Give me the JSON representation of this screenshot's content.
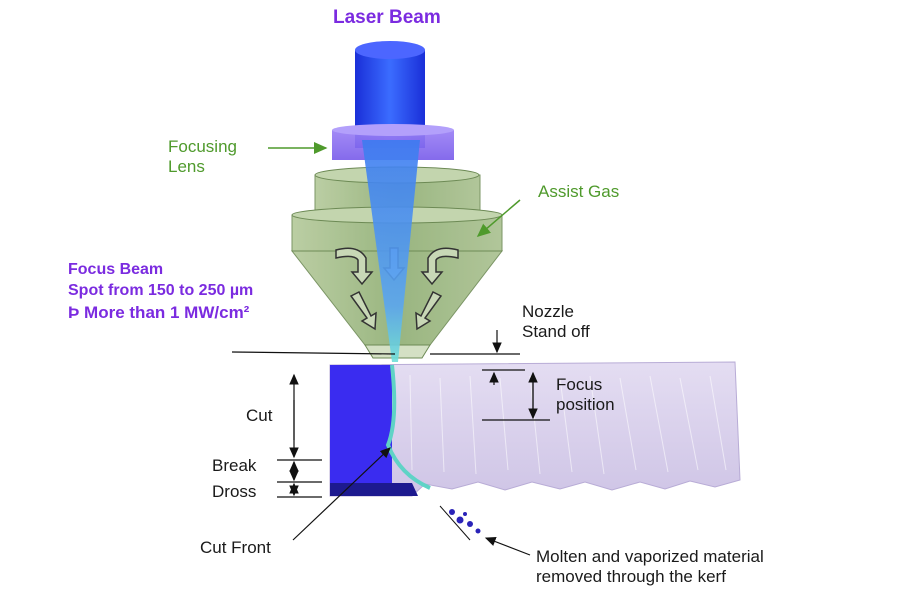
{
  "labels": {
    "laser_beam": "Laser Beam",
    "focusing_lens_line1": "Focusing",
    "focusing_lens_line2": "Lens",
    "assist_gas": "Assist Gas",
    "focus_beam_line1": "Focus Beam",
    "focus_beam_line2": "Spot from 150 to 250 µm",
    "focus_beam_line3": "Þ  More than 1 MW/cm²",
    "nozzle_line1": "Nozzle",
    "nozzle_line2": "Stand off",
    "focus_position_line1": "Focus",
    "focus_position_line2": "position",
    "cut": "Cut",
    "break": "Break",
    "dross": "Dross",
    "cut_front": "Cut Front",
    "molten_line1": "Molten and vaporized material",
    "molten_line2": "removed through the kerf"
  },
  "colors": {
    "title_purple": "#7b2be0",
    "label_green": "#4f9a2c",
    "beam_blue": "#1f3fe6",
    "lens_violet": "#8a6cf2",
    "nozzle_green": "#9cb87e",
    "workpiece_lilac": "#d9d0ec"
  }
}
